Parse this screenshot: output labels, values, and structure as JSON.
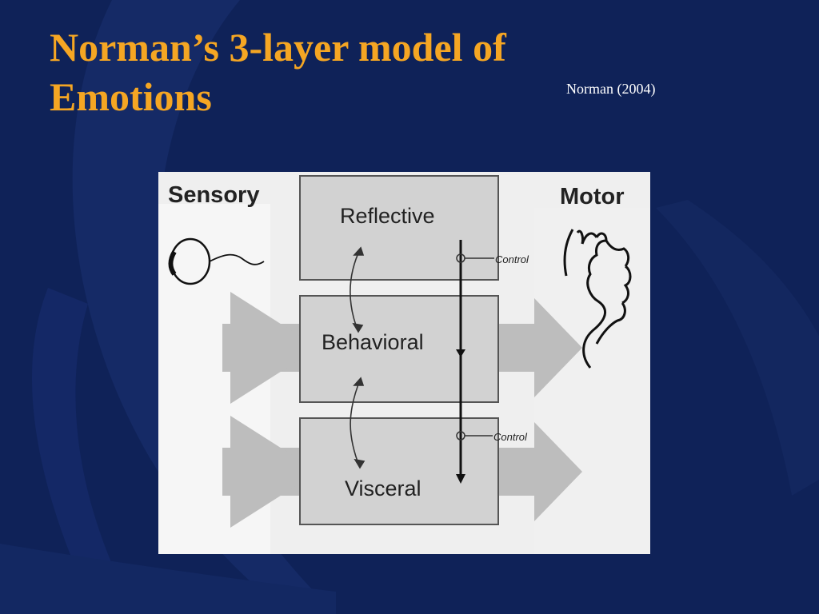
{
  "slide": {
    "title_line1": "Norman’s 3-layer model of",
    "title_line2": "Emotions",
    "citation": "Norman (2004)"
  },
  "diagram": {
    "left_heading": "Sensory",
    "right_heading": "Motor",
    "layers": [
      {
        "label": "Reflective"
      },
      {
        "label": "Behavioral"
      },
      {
        "label": "Visceral"
      }
    ],
    "control_labels": [
      "Control",
      "Control"
    ],
    "icons": [
      "eye-icon",
      "hand-icon"
    ],
    "colors": {
      "background": "#0f2258",
      "title": "#f5a623",
      "figure_bg": "#efefef",
      "layer_box": "#d2d2d2",
      "arrow": "#bdbdbd"
    }
  }
}
